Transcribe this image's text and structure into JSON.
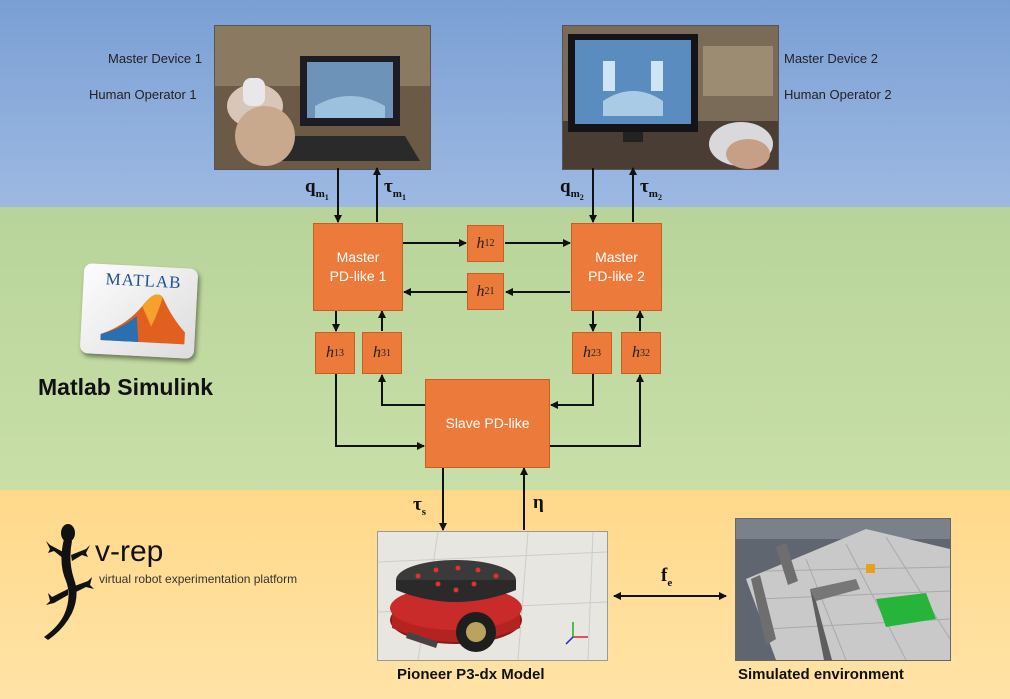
{
  "operators": {
    "left": {
      "device": "Master Device 1",
      "operator": "Human Operator 1"
    },
    "right": {
      "device": "Master Device 2",
      "operator": "Human Operator 2"
    }
  },
  "signals": {
    "q": "q",
    "tau": "τ",
    "m": "m",
    "one": "1",
    "two": "2",
    "s": "s",
    "eta": "η",
    "f": "f",
    "e": "e"
  },
  "blocks": {
    "master1": {
      "line1": "Master",
      "line2": "PD-like 1"
    },
    "master2": {
      "line1": "Master",
      "line2": "PD-like 2"
    },
    "slave": "Slave PD-like"
  },
  "delays": {
    "h": "h",
    "h12": "12",
    "h21": "21",
    "h13": "13",
    "h31": "31",
    "h23": "23",
    "h32": "32"
  },
  "matlab": {
    "logo_text": "MATLAB",
    "title": "Matlab Simulink"
  },
  "vrep": {
    "name": "v-rep",
    "tagline": "virtual robot experimentation platform"
  },
  "captions": {
    "robot": "Pioneer P3-dx Model",
    "environment": "Simulated environment"
  }
}
